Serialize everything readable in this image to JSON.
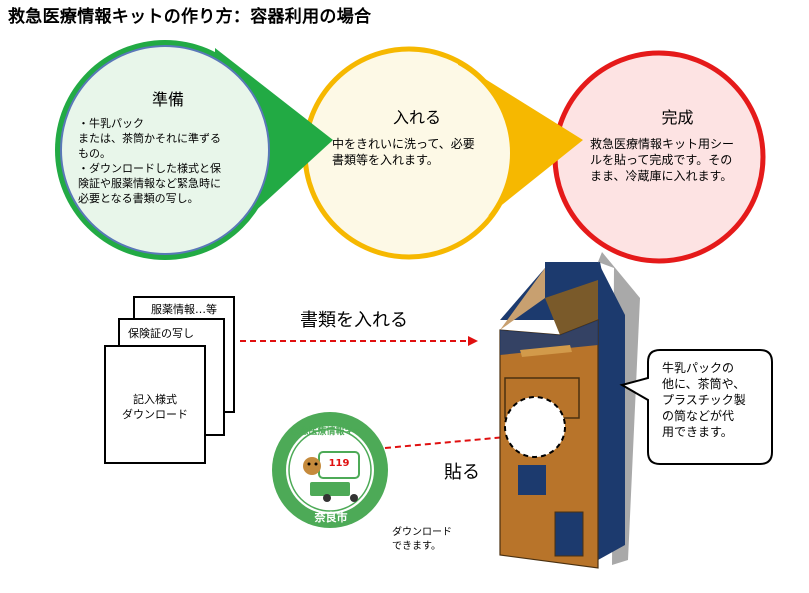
{
  "title": "救急医療情報キットの作り方：容器利用の場合",
  "steps": [
    {
      "title": "準備",
      "lines": [
        "・牛乳パック",
        "または、茶筒かそれに準ずる",
        "もの。",
        "・ダウンロードした様式と保",
        "険証や服薬情報など緊急時に",
        "必要となる書類の写し。"
      ],
      "fill": "#e8f6ea",
      "border": "#5a78b8",
      "arrow": "#22aa44"
    },
    {
      "title": "入れる",
      "lines": [
        "中をきれいに洗って、必要",
        "書類等を入れます。"
      ],
      "fill": "#fdf9e6",
      "border": "#5a78b8",
      "arrow": "#f6b800"
    },
    {
      "title": "完成",
      "lines": [
        "救急医療情報キット用シー",
        "ルを貼って完成です。その",
        "まま、冷蔵庫に入れます。"
      ],
      "fill": "#fde3e3",
      "border": "#e51a1a"
    }
  ],
  "documents": [
    "服薬情報…等",
    "保険証の写し",
    "記入様式",
    "ダウンロード"
  ],
  "arrow_labels": {
    "insert": "書類を入れる",
    "stick": "貼る"
  },
  "sticker": {
    "top_text": "救急医療情報キット",
    "bottom_text": "奈良市",
    "number": "119",
    "color": "#4daa57"
  },
  "download_note": [
    "ダウンロード",
    "できます。"
  ],
  "bubble_lines": [
    "牛乳パックの",
    "他に、茶筒や、",
    "プラスチック製",
    "の筒などが代",
    "用できます。"
  ],
  "colors": {
    "arrow_red": "#e01010",
    "carton_brown": "#b8742a",
    "carton_navy": "#1c3a6e",
    "carton_shadow": "#a9a9a9"
  }
}
